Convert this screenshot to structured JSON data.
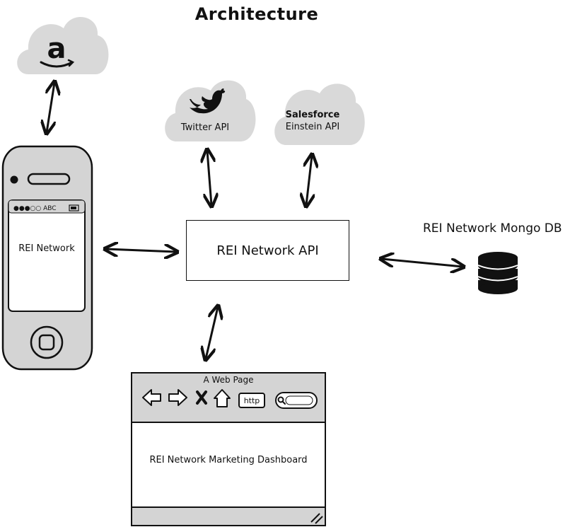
{
  "title": "Architecture",
  "clouds": {
    "amazon": {
      "icon": "amazon-logo-icon"
    },
    "twitter": {
      "icon": "twitter-bird-icon",
      "label": "Twitter API"
    },
    "salesforce": {
      "name": "Salesforce",
      "label": "Einstein API"
    }
  },
  "phone": {
    "carrier": "●●●○○ ABC",
    "app_label": "REI Network"
  },
  "api": {
    "label": "REI Network API"
  },
  "database": {
    "label": "REI Network Mongo DB",
    "icon": "database-icon"
  },
  "browser": {
    "title": "A Web Page",
    "url_label": "http",
    "body_label": "REI Network Marketing Dashboard"
  },
  "colors": {
    "cloud": "#d9d9d9",
    "phone_body": "#d4d4d4",
    "toolbar": "#d4d4d4",
    "ink": "#111111"
  }
}
